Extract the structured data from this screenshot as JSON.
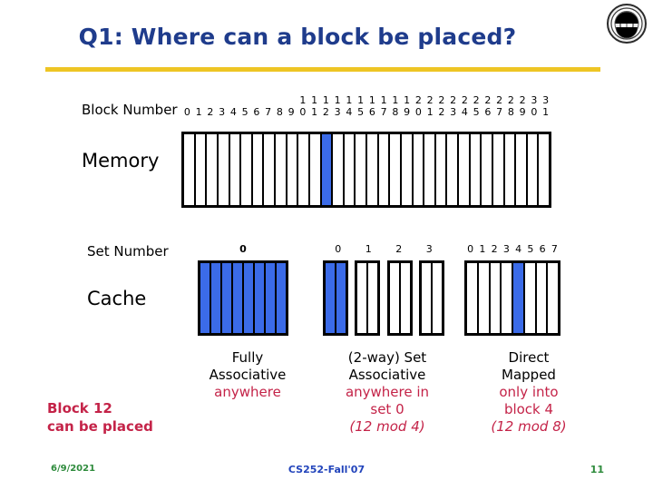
{
  "slide": {
    "title": "Q1: Where can a block be placed?",
    "accent_rule_color": "#EEC524",
    "title_color": "#1F3C8C",
    "highlight_color": "#3B6BE8",
    "body_red": "#C42348"
  },
  "logo": {
    "icon": "university-seal-icon"
  },
  "labels": {
    "block_number": "Block Number",
    "memory": "Memory",
    "set_number": "Set Number",
    "cache": "Cache"
  },
  "memory": {
    "block_count": 32,
    "tens_digits": [
      "",
      "",
      "",
      "",
      "",
      "",
      "",
      "",
      "",
      "",
      "1",
      "1",
      "1",
      "1",
      "1",
      "1",
      "1",
      "1",
      "1",
      "1",
      "2",
      "2",
      "2",
      "2",
      "2",
      "2",
      "2",
      "2",
      "2",
      "2",
      "3",
      "3"
    ],
    "ones_digits": [
      "0",
      "1",
      "2",
      "3",
      "4",
      "5",
      "6",
      "7",
      "8",
      "9",
      "0",
      "1",
      "2",
      "3",
      "4",
      "5",
      "6",
      "7",
      "8",
      "9",
      "0",
      "1",
      "2",
      "3",
      "4",
      "5",
      "6",
      "7",
      "8",
      "9",
      "0",
      "1"
    ],
    "highlighted_block": 12
  },
  "caches": [
    {
      "name": "fully-associative",
      "set_labels": [
        "0"
      ],
      "sets": [
        {
          "ways": [
            true,
            true,
            true,
            true,
            true,
            true,
            true,
            true
          ]
        }
      ],
      "caption_head": [
        "Fully",
        "Associative"
      ],
      "caption_body": [
        "anywhere"
      ],
      "caption_mod": []
    },
    {
      "name": "two-way-set-associative",
      "set_labels": [
        "0",
        "1",
        "2",
        "3"
      ],
      "sets": [
        {
          "ways": [
            true,
            true
          ]
        },
        {
          "ways": [
            false,
            false
          ]
        },
        {
          "ways": [
            false,
            false
          ]
        },
        {
          "ways": [
            false,
            false
          ]
        }
      ],
      "caption_head": [
        "(2-way) Set",
        "Associative"
      ],
      "caption_body": [
        "anywhere in",
        "set 0"
      ],
      "caption_mod": [
        "(12 mod 4)"
      ]
    },
    {
      "name": "direct-mapped",
      "set_labels": [
        "0",
        "1",
        "2",
        "3",
        "4",
        "5",
        "6",
        "7"
      ],
      "sets": [
        {
          "ways": [
            false,
            false,
            false,
            false,
            true,
            false,
            false,
            false
          ]
        }
      ],
      "caption_head": [
        "Direct",
        "Mapped"
      ],
      "caption_body": [
        "only into",
        "block 4"
      ],
      "caption_mod": [
        "(12 mod 8)"
      ]
    }
  ],
  "callout": {
    "line1": "Block 12",
    "line2": "can be placed"
  },
  "footer": {
    "date": "6/9/2021",
    "course": "CS252-Fall'07",
    "page": "11"
  }
}
